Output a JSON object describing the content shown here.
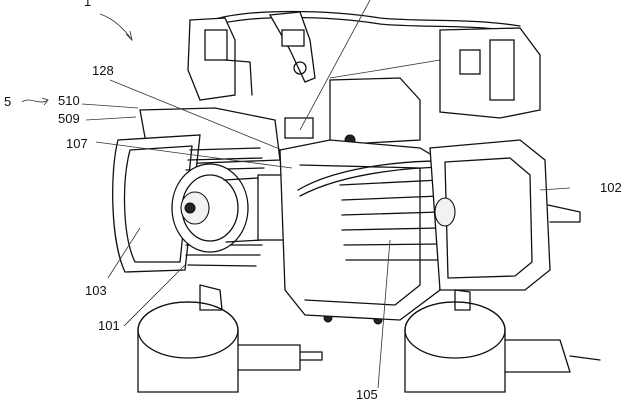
{
  "labels": {
    "l1": "1",
    "l5": "5",
    "l510": "510",
    "l509": "509",
    "l128": "128",
    "l107": "107",
    "l102": "102",
    "l103": "103",
    "l101": "101",
    "l105": "105"
  },
  "colors": {
    "ink": "#111111",
    "background": "#ffffff"
  }
}
